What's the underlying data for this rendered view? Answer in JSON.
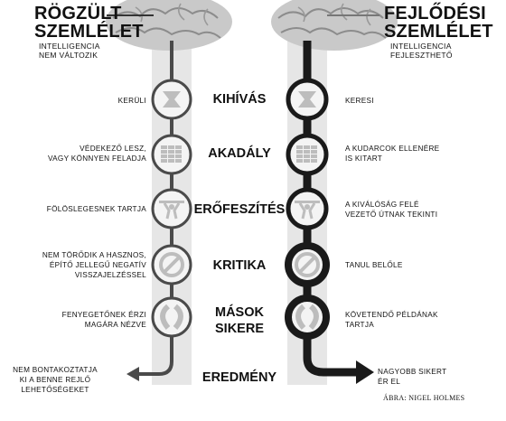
{
  "left": {
    "title_line1": "RÖGZÜLT",
    "title_line2": "SZEMLÉLET",
    "subtitle_line1": "INTELLIGENCIA",
    "subtitle_line2": "NEM VÁLTOZIK"
  },
  "right": {
    "title_line1": "FEJLŐDÉSI",
    "title_line2": "SZEMLÉLET",
    "subtitle_line1": "INTELLIGENCIA",
    "subtitle_line2": "FEJLESZTHETŐ"
  },
  "rows": [
    {
      "category": [
        "KIHÍVÁS"
      ],
      "left": [
        "KERÜLI"
      ],
      "right": [
        "KERESI"
      ],
      "icon": "challenge-icon"
    },
    {
      "category": [
        "AKADÁLY"
      ],
      "left": [
        "VÉDEKEZŐ LESZ,",
        "VAGY KÖNNYEN FELADJA"
      ],
      "right": [
        "A KUDARCOK ELLENÉRE",
        "IS KITART"
      ],
      "icon": "brick-wall-icon"
    },
    {
      "category": [
        "ERŐFESZÍTÉS"
      ],
      "left": [
        "FÖLÖSLEGESNEK TARTJA"
      ],
      "right": [
        "A KIVÁLÓSÁG FELÉ",
        "VEZETŐ ÚTNAK TEKINTI"
      ],
      "icon": "weightlifter-icon"
    },
    {
      "category": [
        "KRITIKA"
      ],
      "left": [
        "NEM TÖRŐDIK A HASZNOS,",
        "ÉPÍTŐ JELLEGŰ NEGATÍV",
        "VISSZAJELZÉSSEL"
      ],
      "right": [
        "TANUL BELŐLE"
      ],
      "icon": "no-sign-icon"
    },
    {
      "category": [
        "MÁSOK",
        "SIKERE"
      ],
      "left": [
        "FENYEGETŐNEK ÉRZI",
        "MAGÁRA NÉZVE"
      ],
      "right": [
        "KÖVETENDŐ PÉLDÁNAK",
        "TARTJA"
      ],
      "icon": "laurel-icon"
    }
  ],
  "result": {
    "category": "EREDMÉNY",
    "left": [
      "NEM BONTAKOZTATJA",
      "KI A BENNE REJLŐ",
      "LEHETŐSÉGEKET"
    ],
    "right": [
      "NAGYOBB SIKERT",
      "ÉR EL"
    ]
  },
  "credit": "ÁBRA: NIGEL HOLMES",
  "colors": {
    "track": "#e4e4e4",
    "left_path": "#4a4a4a",
    "right_path": "#1a1a1a",
    "icon_fill": "#bdbdbd"
  }
}
